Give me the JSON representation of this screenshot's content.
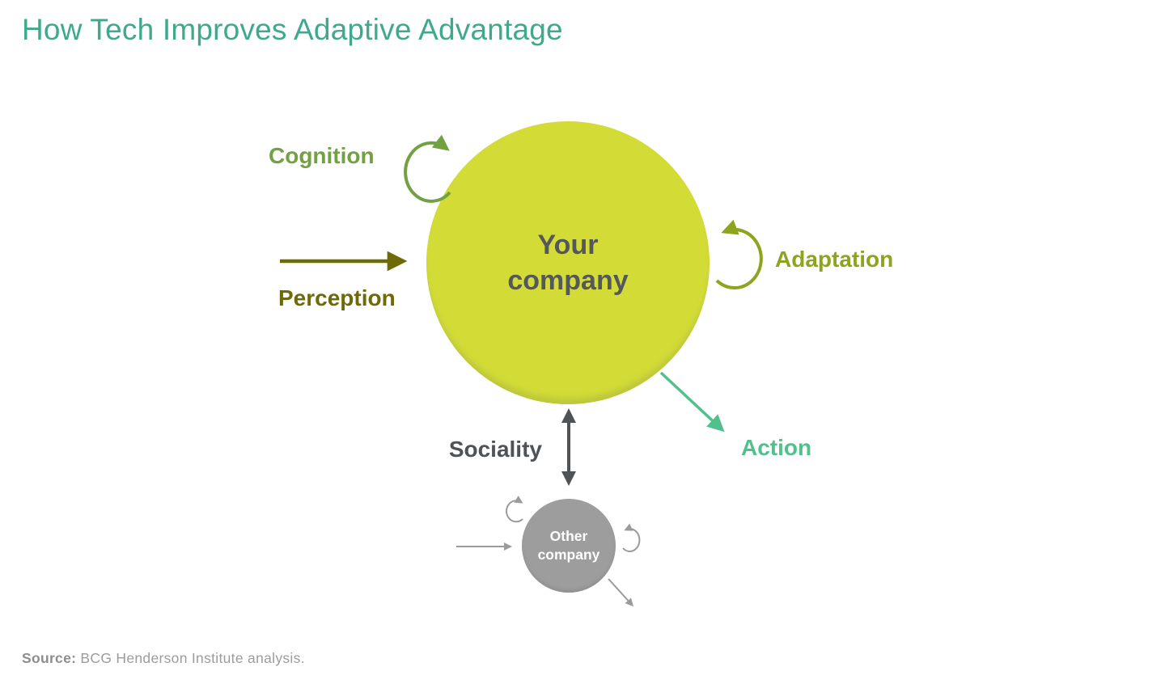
{
  "header": {
    "title": "How Tech Improves Adaptive Advantage",
    "title_color": "#3fa98d"
  },
  "diagram": {
    "your_company": {
      "label": "Your company",
      "fill": "#d3dc37",
      "text_color": "#54575b"
    },
    "other_company": {
      "label": "Other company",
      "fill": "#9d9d9d",
      "text_color": "#ffffff",
      "arrow_color": "#9b9b9b"
    },
    "capabilities": [
      {
        "id": "cognition",
        "label": "Cognition",
        "color": "#73a043",
        "arrow": "clockwise-self-loop"
      },
      {
        "id": "perception",
        "label": "Perception",
        "color": "#6e6a07",
        "arrow": "straight-inbound-right"
      },
      {
        "id": "adaptation",
        "label": "Adaptation",
        "color": "#8ea31e",
        "arrow": "counterclockwise-self-loop"
      },
      {
        "id": "action",
        "label": "Action",
        "color": "#52c08c",
        "arrow": "diagonal-outbound"
      },
      {
        "id": "sociality",
        "label": "Sociality",
        "color": "#4f5358",
        "arrow": "double-headed-vertical"
      }
    ]
  },
  "footer": {
    "source_label": "Source:",
    "source_text": " BCG Henderson Institute analysis."
  }
}
